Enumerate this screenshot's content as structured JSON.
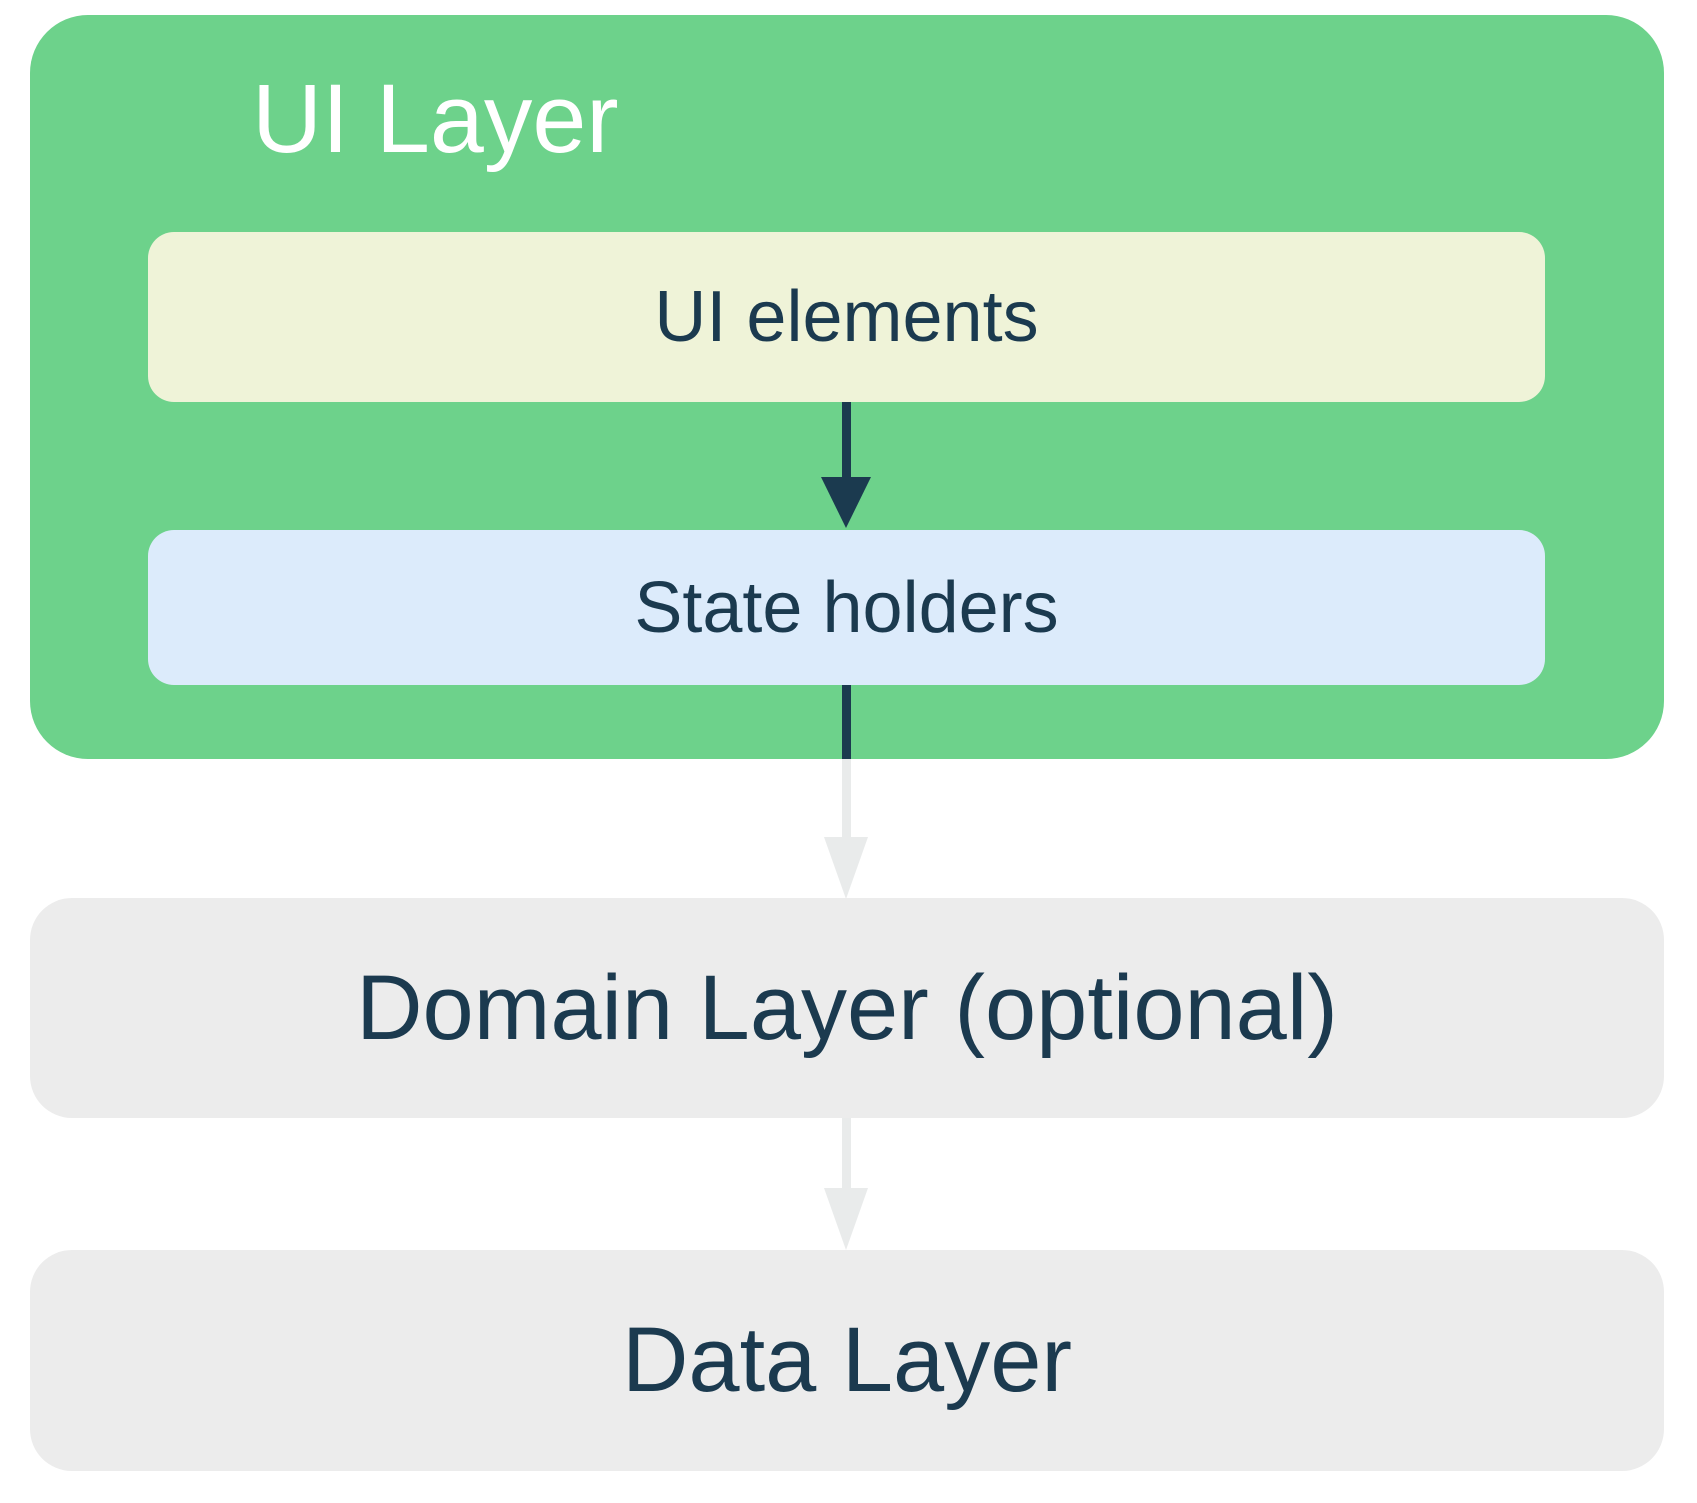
{
  "diagram": {
    "ui_layer": {
      "label": "UI Layer",
      "children": [
        {
          "id": "ui-elements",
          "label": "UI elements"
        },
        {
          "id": "state-holders",
          "label": "State holders"
        }
      ]
    },
    "domain_layer": {
      "label": "Domain Layer (optional)"
    },
    "data_layer": {
      "label": "Data Layer"
    },
    "arrows": [
      {
        "from": "ui-elements",
        "to": "state-holders",
        "style": "dark"
      },
      {
        "from": "state-holders",
        "to": "domain-layer",
        "style": "dark-to-light"
      },
      {
        "from": "domain-layer",
        "to": "data-layer",
        "style": "light"
      }
    ],
    "colors": {
      "ui_layer_bg": "#6dd28b",
      "ui_elements_bg": "#eff3d8",
      "state_holders_bg": "#dcebfb",
      "layer_bg": "#ececec",
      "text_dark": "#1b3a4f",
      "title_text": "#ffffff",
      "arrow_dark": "#1b3a4f",
      "arrow_light": "#e9ebeb",
      "page_bg": "#ffffff"
    }
  }
}
